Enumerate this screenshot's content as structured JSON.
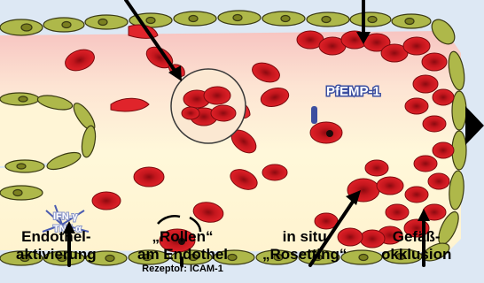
{
  "labels": {
    "pfemp": "PfEMP-1",
    "ifn": "IFN-γ",
    "tnf": "TNF-α"
  },
  "captions": {
    "endothel": [
      "Endothel-",
      "aktivierung"
    ],
    "rollen": [
      "„Rollen“",
      "am Endothel"
    ],
    "rezeptor": "Rezeptor: ICAM-1",
    "rosetting": [
      "in situ",
      "„Rosetting“"
    ],
    "okklusion": [
      "Gefäß-",
      "okklusion"
    ]
  },
  "colors": {
    "background": "#dde8f4",
    "vessel_lumen_light": "#fff9dc",
    "vessel_lumen_pink": "#f5c0c0",
    "endothelium": "#aeb84a",
    "endothelium_stroke": "#3a3a12",
    "rbc": "#d2171f",
    "rbc_dark": "#6a0a0d",
    "pfemp_label": "#ffffff",
    "pfemp_knob": "#3c4fa0",
    "arrow": "#000000"
  }
}
